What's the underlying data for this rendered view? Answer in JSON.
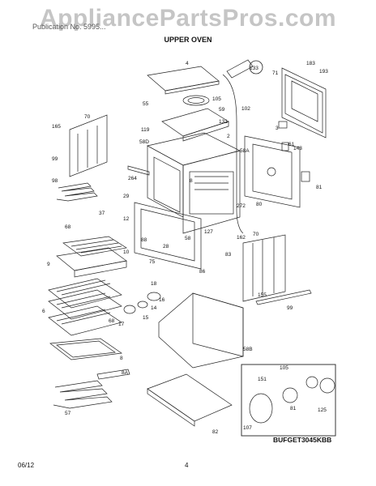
{
  "header": {
    "watermark": "AppliancePartsPros.com",
    "subtitle": "Publication No. 5995...",
    "title": "UPPER OVEN"
  },
  "footer": {
    "date": "06/12",
    "page": "4",
    "model": "BUFGET3045KBB"
  },
  "callouts": [
    "183",
    "193",
    "71",
    "4",
    "133",
    "105",
    "59",
    "55",
    "131",
    "102",
    "70",
    "2",
    "119",
    "58D",
    "165",
    "3",
    "61",
    "143",
    "58A",
    "99",
    "264",
    "8",
    "81",
    "98",
    "29",
    "12",
    "272",
    "80",
    "68",
    "37",
    "88",
    "127",
    "162",
    "70",
    "58",
    "28",
    "83",
    "10",
    "75",
    "86",
    "9",
    "155",
    "16",
    "14",
    "15",
    "18",
    "6",
    "99",
    "17",
    "68",
    "58B",
    "8",
    "8A",
    "151",
    "105",
    "81",
    "125",
    "57",
    "107",
    "82"
  ]
}
